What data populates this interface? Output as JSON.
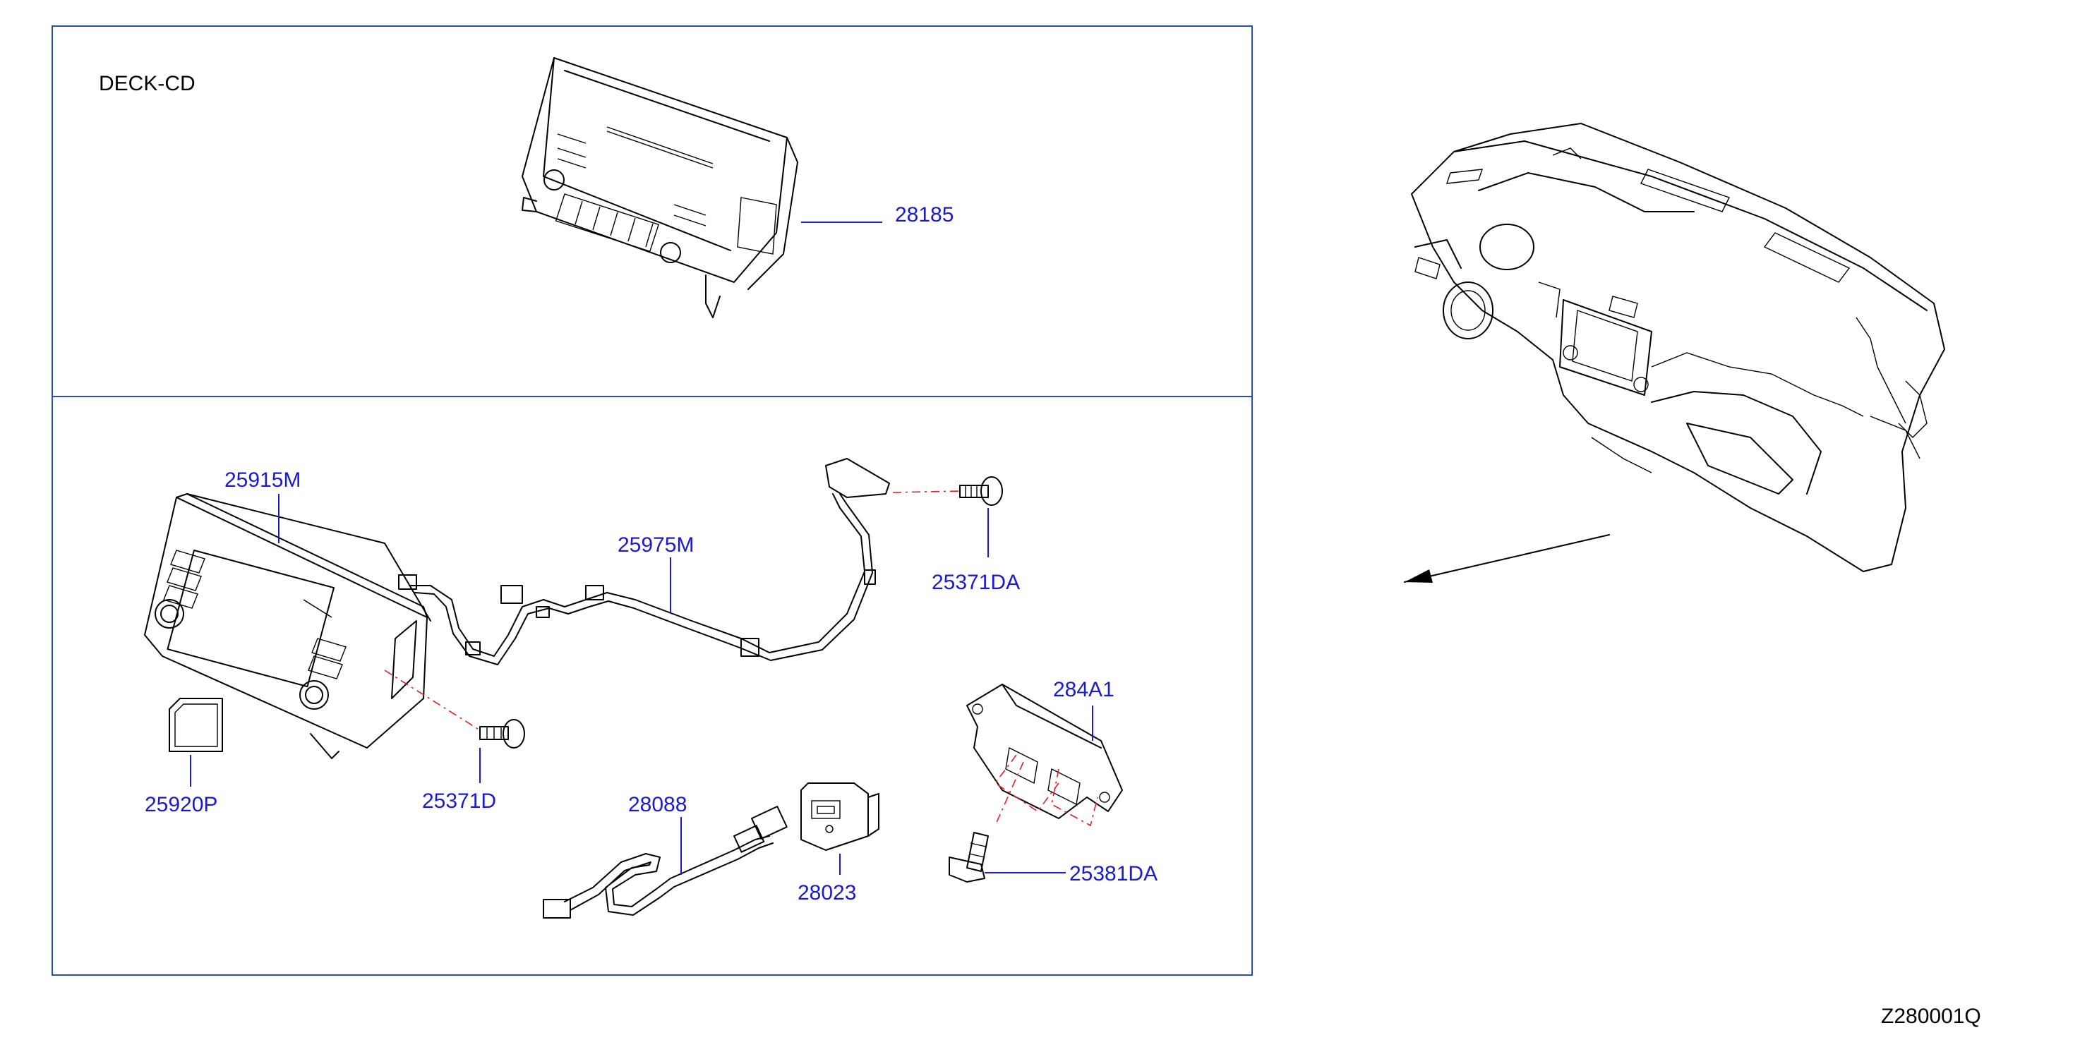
{
  "diagram": {
    "section_title": "DECK-CD",
    "diagram_code": "Z280001Q",
    "colors": {
      "label": "#1a1ad0",
      "frame": "#2a4fa8",
      "dash": "#e02020",
      "ink": "#000000"
    },
    "parts": [
      {
        "id": "p28185",
        "number": "28185"
      },
      {
        "id": "p25915M",
        "number": "25915M"
      },
      {
        "id": "p25975M",
        "number": "25975M"
      },
      {
        "id": "p25371DA",
        "number": "25371DA"
      },
      {
        "id": "p284A1",
        "number": "284A1"
      },
      {
        "id": "p25920P",
        "number": "25920P"
      },
      {
        "id": "p25371D",
        "number": "25371D"
      },
      {
        "id": "p28088",
        "number": "28088"
      },
      {
        "id": "p28023",
        "number": "28023"
      },
      {
        "id": "p25381DA",
        "number": "25381DA"
      }
    ]
  }
}
